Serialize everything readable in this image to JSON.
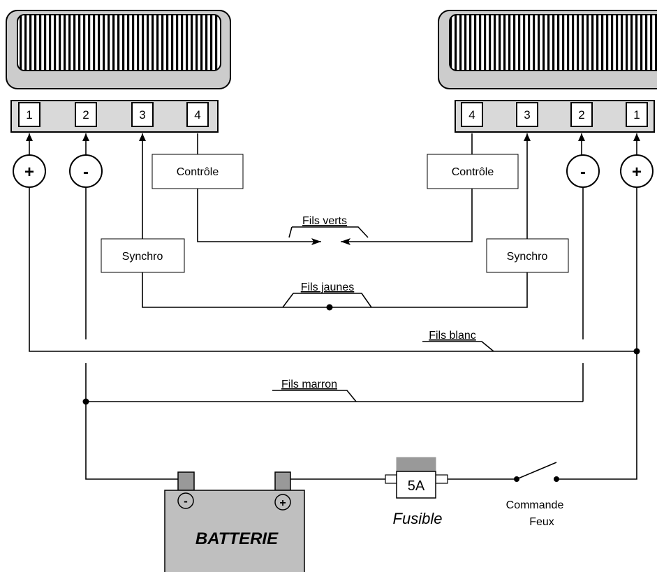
{
  "left_lamp": {
    "terminals": [
      "1",
      "2",
      "3",
      "4"
    ],
    "plus": "+",
    "minus": "-",
    "controle": "Contrôle",
    "synchro": "Synchro"
  },
  "right_lamp": {
    "terminals": [
      "4",
      "3",
      "2",
      "1"
    ],
    "plus": "+",
    "minus": "-",
    "controle": "Contrôle",
    "synchro": "Synchro"
  },
  "wires": {
    "verts": "Fils verts",
    "jaunes": "Fils jaunes",
    "blanc": "Fils blanc",
    "marron": "Fils marron"
  },
  "battery": {
    "label": "BATTERIE",
    "neg": "-",
    "pos": "+"
  },
  "fuse": {
    "value": "5A",
    "label": "Fusible"
  },
  "switch": {
    "line1": "Commande",
    "line2": "Feux"
  }
}
